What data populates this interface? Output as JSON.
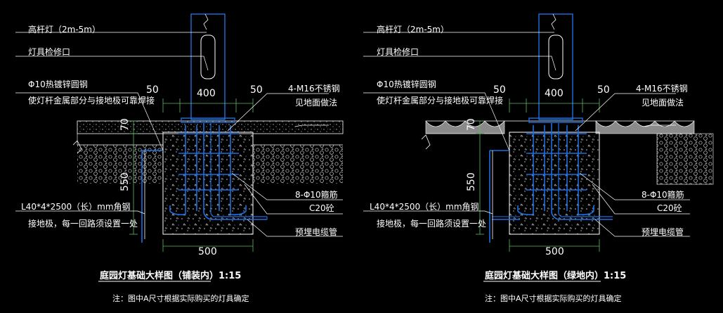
{
  "colors": {
    "background": "#000000",
    "line_white": "#ffffff",
    "line_blue": "#1e6fe0",
    "dim_green": "#5dbb63"
  },
  "left": {
    "label_pole": "高杆灯（2m-5m）",
    "label_hatch": "灯具检修口",
    "label_rod_1": "Φ10热镀锌圆钢",
    "label_rod_2": "使灯杆金属部分与接地极可靠焊接",
    "label_bolt": "4-M16不锈钢",
    "label_surface": "见地面做法",
    "label_rebar": "8-Φ10箍筋",
    "label_concrete": "C20砼",
    "label_angle": "L40*4*2500（长）mm角钢",
    "label_ground": "接地极，每一回路须设置一处",
    "label_conduit": "预埋电缆管",
    "dim_50_left": "50",
    "dim_400": "400",
    "dim_50_right": "50",
    "dim_70": "70",
    "dim_550": "550",
    "dim_500": "500",
    "title": "庭园灯基础大样图（铺装内）1:15",
    "note": "注：图中A尺寸根据实际购买的灯具确定"
  },
  "right": {
    "label_pole": "高杆灯（2m-5m）",
    "label_hatch": "灯具检修口",
    "label_rod_1": "Φ10热镀锌圆钢",
    "label_rod_2": "使灯杆金属部分与接地极可靠焊接",
    "label_bolt": "4-M16不锈钢",
    "label_surface": "见地面做法",
    "label_rebar": "8-Φ10箍筋",
    "label_concrete": "C20砼",
    "label_angle": "L40*4*2500（长）mm角钢",
    "label_ground": "接地极，每一回路须设置一处",
    "label_conduit": "预埋电缆管",
    "dim_50_left": "50",
    "dim_400": "400",
    "dim_50_right": "50",
    "dim_70": "70",
    "dim_550": "550",
    "dim_500": "500",
    "title": "庭园灯基础大样图（绿地内）1:15",
    "note": "注：图中A尺寸根据实际购买的灯具确定"
  }
}
